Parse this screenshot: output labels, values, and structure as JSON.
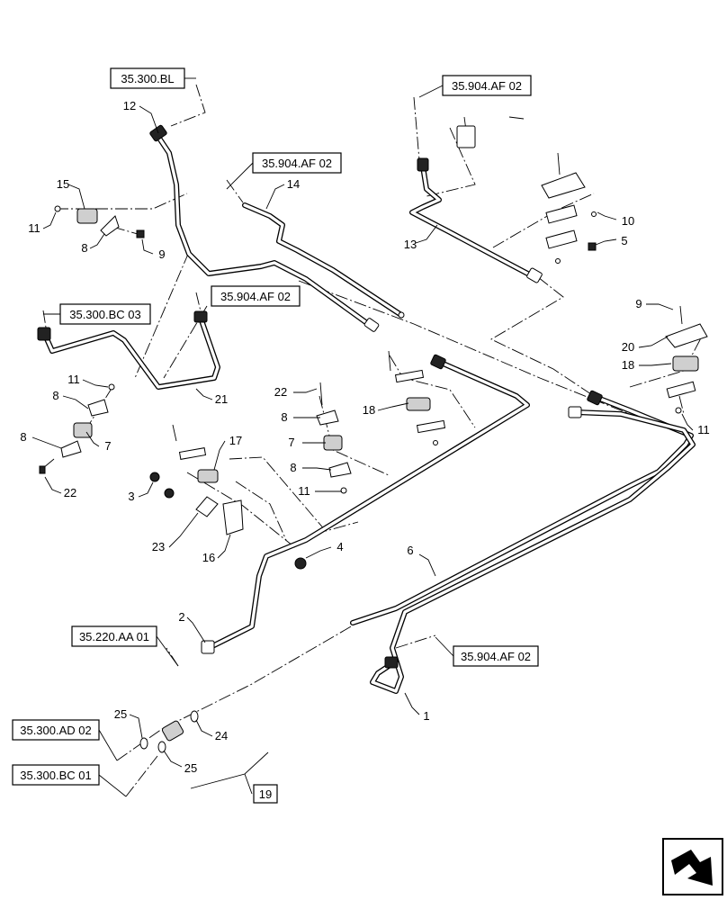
{
  "references": [
    {
      "id": "ref-1",
      "label": "35.300.BL"
    },
    {
      "id": "ref-2",
      "label": "35.904.AF 02"
    },
    {
      "id": "ref-3",
      "label": "35.904.AF 02"
    },
    {
      "id": "ref-4",
      "label": "35.300.BC 03"
    },
    {
      "id": "ref-5",
      "label": "35.904.AF 02"
    },
    {
      "id": "ref-6",
      "label": "35.220.AA 01"
    },
    {
      "id": "ref-7",
      "label": "35.904.AF 02"
    },
    {
      "id": "ref-8",
      "label": "35.300.AD 02"
    },
    {
      "id": "ref-9",
      "label": "35.300.BC 01"
    },
    {
      "id": "ref-10",
      "label": "19"
    }
  ],
  "callouts": [
    {
      "id": "c12",
      "label": "12"
    },
    {
      "id": "c15",
      "label": "15"
    },
    {
      "id": "c11a",
      "label": "11"
    },
    {
      "id": "c8a",
      "label": "8"
    },
    {
      "id": "c9a",
      "label": "9"
    },
    {
      "id": "c14",
      "label": "14"
    },
    {
      "id": "c13",
      "label": "13"
    },
    {
      "id": "c10",
      "label": "10"
    },
    {
      "id": "c5",
      "label": "5"
    },
    {
      "id": "c9b",
      "label": "9"
    },
    {
      "id": "c20",
      "label": "20"
    },
    {
      "id": "c18a",
      "label": "18"
    },
    {
      "id": "c11b",
      "label": "11"
    },
    {
      "id": "c11c",
      "label": "11"
    },
    {
      "id": "c8b",
      "label": "8"
    },
    {
      "id": "c8c",
      "label": "8"
    },
    {
      "id": "c7a",
      "label": "7"
    },
    {
      "id": "c22a",
      "label": "22"
    },
    {
      "id": "c21",
      "label": "21"
    },
    {
      "id": "c22b",
      "label": "22"
    },
    {
      "id": "c8d",
      "label": "8"
    },
    {
      "id": "c18b",
      "label": "18"
    },
    {
      "id": "c7b",
      "label": "7"
    },
    {
      "id": "c8e",
      "label": "8"
    },
    {
      "id": "c11d",
      "label": "11"
    },
    {
      "id": "c17",
      "label": "17"
    },
    {
      "id": "c3",
      "label": "3"
    },
    {
      "id": "c23",
      "label": "23"
    },
    {
      "id": "c16",
      "label": "16"
    },
    {
      "id": "c4",
      "label": "4"
    },
    {
      "id": "c6",
      "label": "6"
    },
    {
      "id": "c2",
      "label": "2"
    },
    {
      "id": "c1",
      "label": "1"
    },
    {
      "id": "c25a",
      "label": "25"
    },
    {
      "id": "c24",
      "label": "24"
    },
    {
      "id": "c25b",
      "label": "25"
    }
  ],
  "icons": {
    "navigation": "next-page-arrow-icon"
  }
}
